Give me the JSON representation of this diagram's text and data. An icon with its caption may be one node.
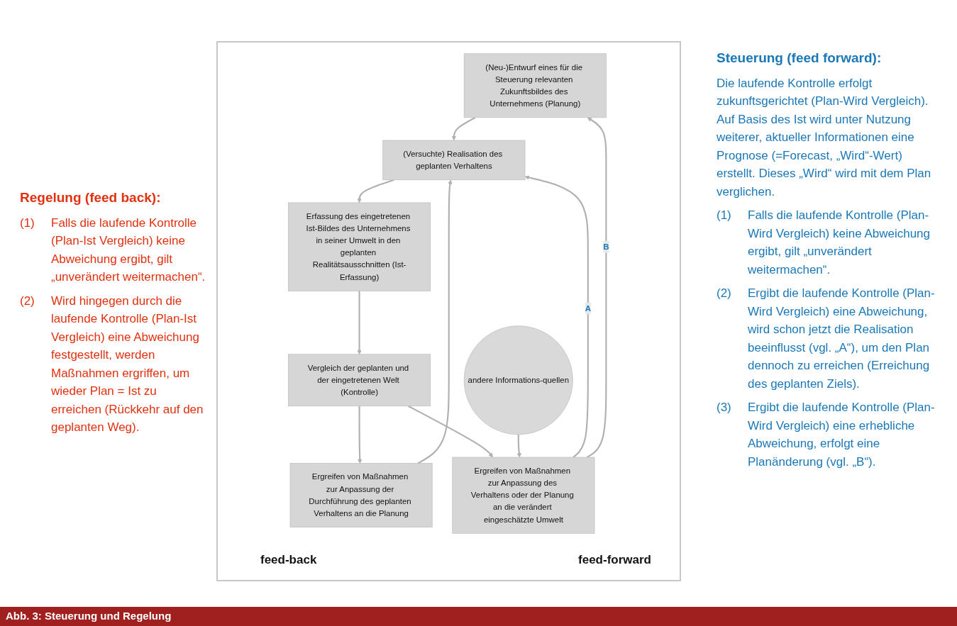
{
  "diagram": {
    "caption": "Abb. 3: Steuerung und Regelung",
    "nodes": [
      {
        "text": [
          "(Neu-)Entwurf eines für die Steuerung relevanten Zukunftsbildes des Unternehmens (Planung)"
        ]
      },
      {
        "text": [
          "(Versuchte) Realisation des geplanten Verhaltens"
        ]
      },
      {
        "text": [
          "Erfassung des eingetretenen Ist-Bildes des Unternehmens in seiner Umwelt in den geplanten Realitätsausschnitten (Ist-Erfassung)"
        ]
      },
      {
        "text": [
          "Vergleich der geplanten und der eingetretenen Welt (Kontrolle)"
        ]
      },
      {
        "text": [
          "Ergreifen von Maßnahmen zur Anpassung der Durchführung des geplanten Verhaltens an die Planung"
        ]
      },
      {
        "text": [
          "Ergreifen von Maßnahmen zur Anpassung des Verhaltens oder der Planung an die verändert eingeschätzte Umwelt"
        ]
      },
      {
        "text": [
          "andere Informations-quellen"
        ]
      }
    ],
    "edges": [
      {
        "from": 0,
        "to": 1,
        "arrow": "to"
      },
      {
        "from": 1,
        "to": 2,
        "arrow": "to"
      },
      {
        "from": 2,
        "to": 3,
        "arrow": "to"
      },
      {
        "from": 3,
        "to": 4,
        "arrow": "to"
      },
      {
        "from": 4,
        "to": 1,
        "arrow": "to"
      },
      {
        "from": 3,
        "to": 5,
        "arrow": "to"
      },
      {
        "from": 6,
        "to": 5,
        "arrow": "to"
      },
      {
        "from": 5,
        "to": 1,
        "arrow": "to",
        "label": "A"
      },
      {
        "from": 5,
        "to": 0,
        "arrow": "to",
        "label": "B"
      }
    ],
    "labels": [
      "feed-back",
      "feed-forward",
      "Regelung (feed back):",
      "(1)",
      "Falls die laufende Kontrolle (Plan-Ist Vergleich) keine Abweichung ergibt, gilt „unverändert weitermachen“.",
      "(2)",
      "Wird hingegen durch die laufende Kontrolle (Plan-Ist Vergleich) eine Abweichung festgestellt, werden Maßnahmen ergriffen, um wieder Plan = Ist zu erreichen (Rückkehr auf den geplanten Weg).",
      "Steuerung (feed forward):",
      "Die laufende Kontrolle erfolgt zukunftsgerichtet (Plan-Wird Vergleich). Auf Basis des Ist wird unter Nutzung weiterer, aktueller Informationen eine Prognose (=Forecast, „Wird“-Wert) erstellt. Dieses „Wird“ wird mit dem Plan verglichen.",
      "(1)",
      "Falls die laufende Kontrolle (Plan-Wird Vergleich) keine Abweichung ergibt, gilt „unverändert weitermachen“.",
      "(2)",
      "Ergibt die laufende Kontrolle (Plan-Wird Vergleich) eine Abweichung, wird schon jetzt die Realisation beeinflusst (vgl. „A“), um den Plan dennoch zu erreichen (Erreichung des geplanten Ziels).",
      "(3)",
      "Ergibt die laufende Kontrolle (Plan-Wird Vergleich) eine erhebliche Abweichung, erfolgt eine Planänderung (vgl. „B“)."
    ]
  }
}
